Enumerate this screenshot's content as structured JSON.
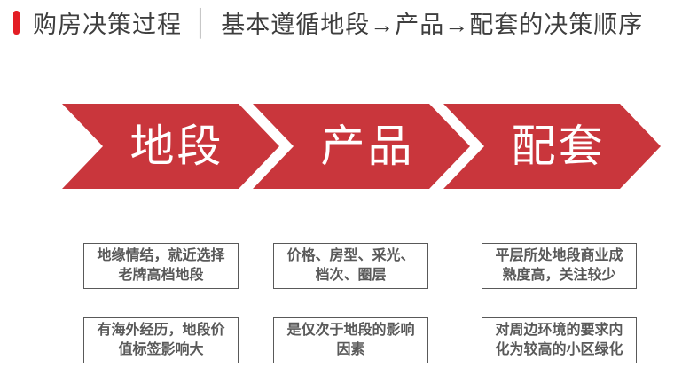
{
  "colors": {
    "accent_red": "#e31e25",
    "arrow_red": "#c9363c",
    "title_text": "#3e3e3e",
    "note_text": "#595959"
  },
  "header": {
    "title": "购房决策过程",
    "divider": "│",
    "subtitle": "基本遵循地段→产品→配套的决策顺序"
  },
  "columns": [
    {
      "step": "地段",
      "notes": [
        "地缘情结，就近选择老牌高档地段",
        "有海外经历，地段价值标签影响大"
      ]
    },
    {
      "step": "产品",
      "notes": [
        "价格、房型、采光、档次、圈层",
        "是仅次于地段的影响因素"
      ]
    },
    {
      "step": "配套",
      "notes": [
        "平层所处地段商业成熟度高，关注较少",
        "对周边环境的要求内化为较高的小区绿化"
      ]
    }
  ]
}
